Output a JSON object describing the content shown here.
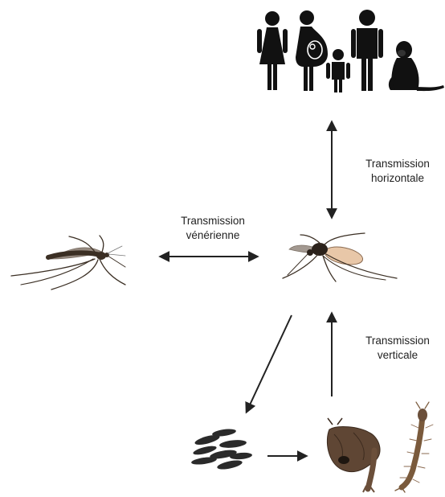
{
  "labels": {
    "venereal": [
      "Transmission",
      "vénérienne"
    ],
    "horizontal": [
      "Transmission",
      "horizontale"
    ],
    "vertical": [
      "Transmission",
      "verticale"
    ]
  },
  "colors": {
    "arrow": "#222222",
    "silhouette": "#111111",
    "mosquito_body": "#3b2f24",
    "mosquito_abdomen": "#e8c7a8",
    "egg": "#2a2a2a",
    "pupa": "#6b4f3a",
    "larva": "#7a5a3c"
  },
  "icons": [
    "woman-icon",
    "pregnant-woman-icon",
    "child-icon",
    "man-icon",
    "monkey-icon",
    "male-mosquito-icon",
    "blood-fed-mosquito-icon",
    "eggs-icon",
    "pupa-icon",
    "larva-icon"
  ]
}
